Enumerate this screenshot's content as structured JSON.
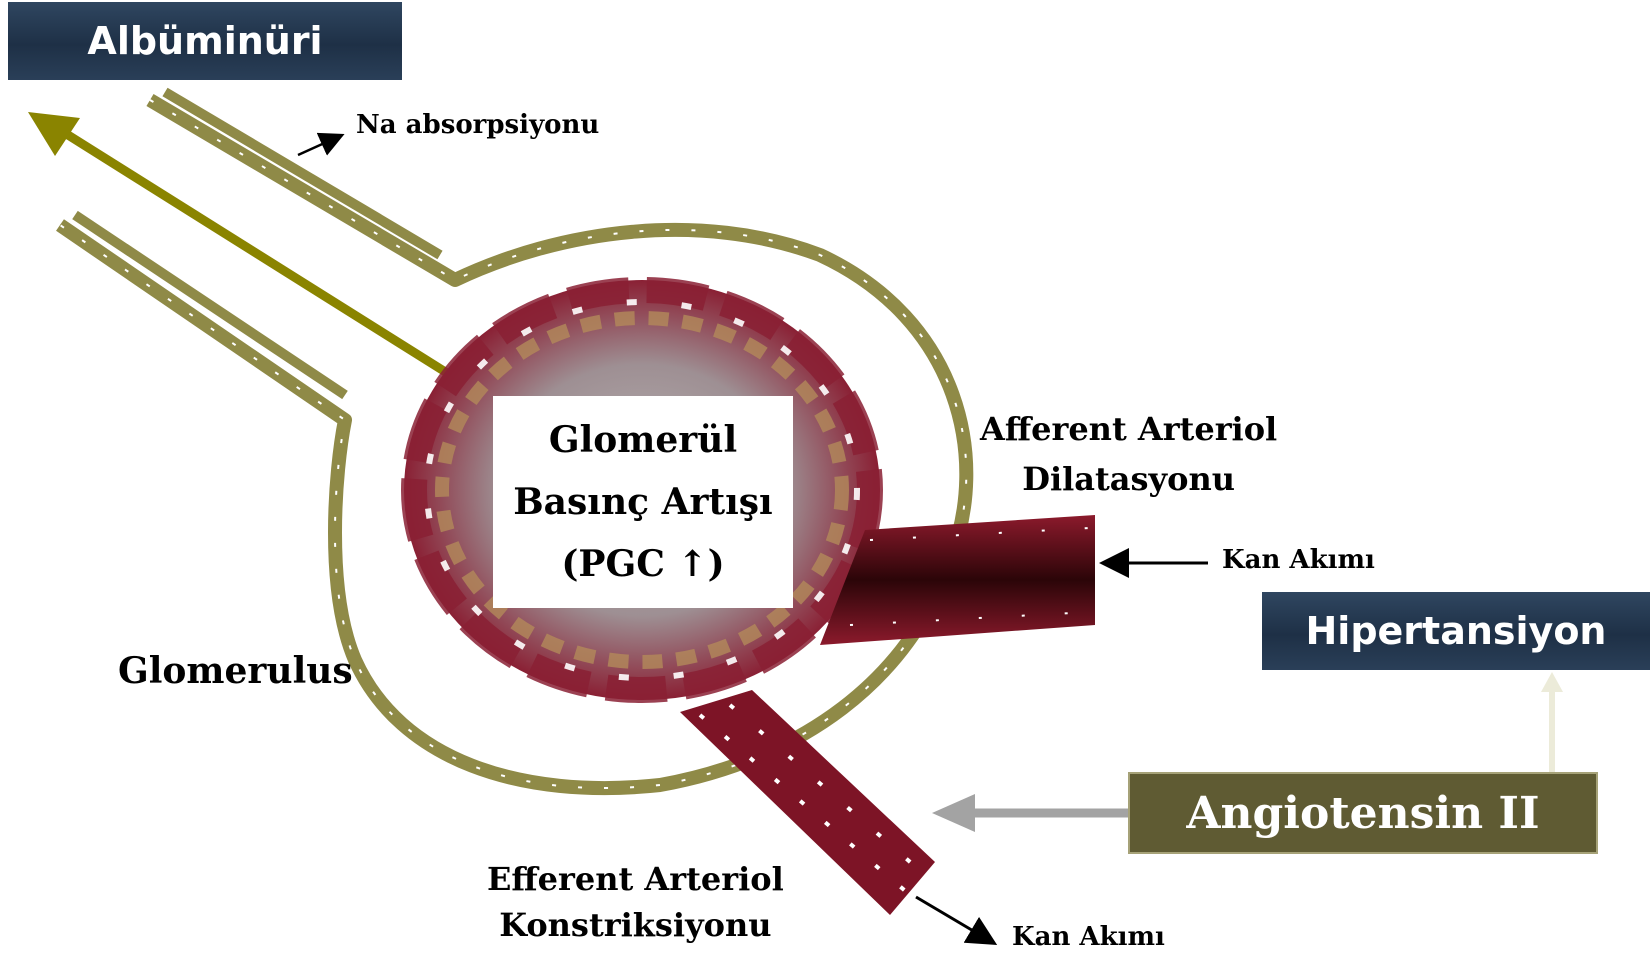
{
  "banners": {
    "albuminuri": "Albüminüri",
    "hipertansiyon": "Hipertansiyon",
    "angiotensin": "Angiotensin II"
  },
  "center_box": {
    "line1": "Glomerül",
    "line2": "Basınç Artışı",
    "line3": "(PGC ↑)"
  },
  "labels": {
    "na_absorpsiyonu": "Na absorpsiyonu",
    "afferent_line1": "Afferent Arteriol",
    "afferent_line2": "Dilatasyonu",
    "kan_akimi_1": "Kan Akımı",
    "glomerulus": "Glomerulus",
    "efferent_line1": "Efferent Arteriol",
    "efferent_line2": "Konstriksiyonu",
    "kan_akimi_2": "Kan Akımı"
  },
  "colors": {
    "capsule": "#8f8a47",
    "albumin_arrow": "#8a8400",
    "vessel": "#7d1426",
    "banner_blue": "#22364d",
    "angiotensin_box": "#5f5b33",
    "grey_arrow": "#a3a3a3"
  }
}
